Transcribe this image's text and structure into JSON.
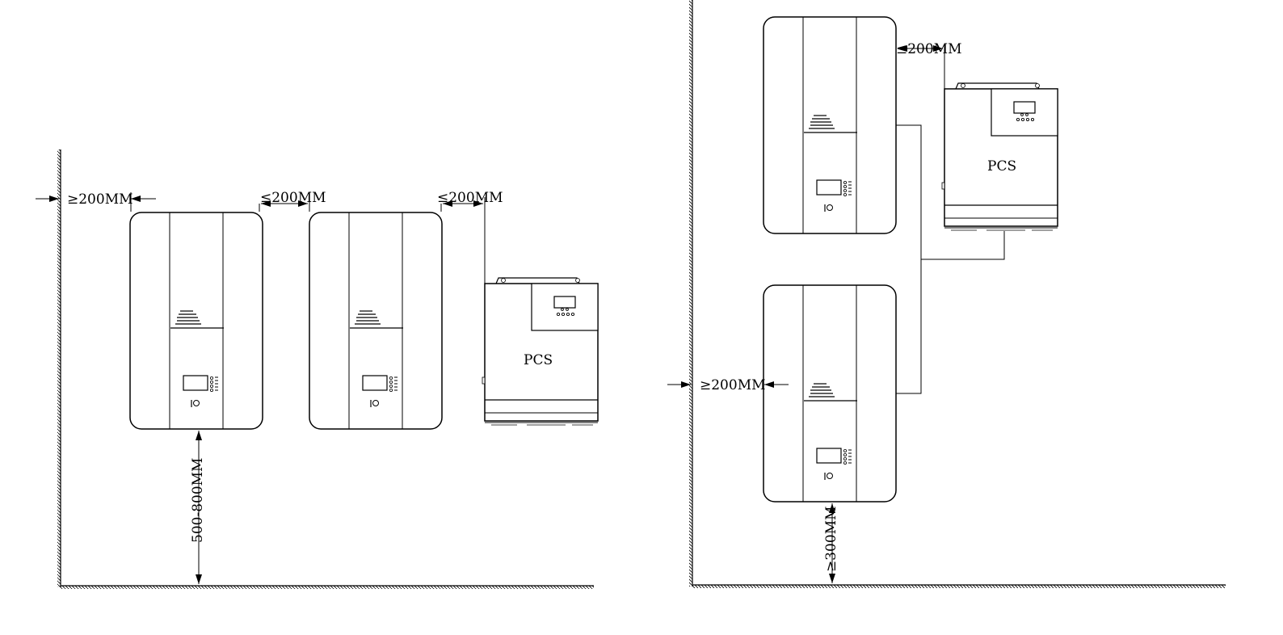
{
  "left_diagram": {
    "left_wall_gap": "≥200MM",
    "gap_between_batteries": "≤200MM",
    "gap_battery_pcs": "≤200MM",
    "floor_height": "500-800MM",
    "pcs_label": "PCS"
  },
  "right_diagram": {
    "gap_battery_pcs": "≤200MM",
    "pcs_label": "PCS",
    "left_wall_gap": "≥200MM",
    "floor_gap": "≥300MM"
  },
  "colors": {
    "line": "#000000",
    "background": "#ffffff"
  }
}
